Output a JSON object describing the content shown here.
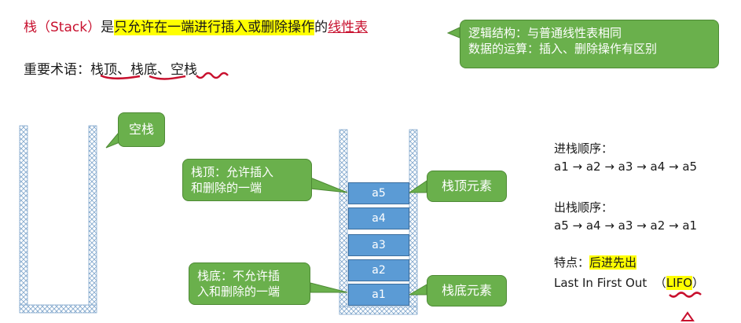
{
  "title": {
    "part1": "栈（Stack）",
    "part2": "是",
    "part3": "只允许在一端进行插入或删除操作",
    "part4": "的",
    "part5": "线性表"
  },
  "terms": {
    "prefix": "重要术语：",
    "items": [
      "栈顶",
      "栈底",
      "空栈"
    ],
    "sep": "、"
  },
  "callouts": {
    "logic_line1": "逻辑结构：与普通线性表相同",
    "logic_line2": "数据的运算：插入、删除操作有区别",
    "empty": "空栈",
    "top_line1": "栈顶：允许插入",
    "top_line2": "和删除的一端",
    "bottom_line1": "栈底：不允许插",
    "bottom_line2": "入和删除的一端",
    "top_elem": "栈顶元素",
    "bottom_elem": "栈底元素"
  },
  "stack_elements": [
    "a5",
    "a4",
    "a3",
    "a2",
    "a1"
  ],
  "push_order": {
    "label": "进栈顺序：",
    "sequence": "a1 → a2 → a3 → a4 → a5"
  },
  "pop_order": {
    "label": "出栈顺序：",
    "sequence": "a5 → a4 → a3 → a2 → a1"
  },
  "feature": {
    "label": "特点：",
    "value": "后进先出",
    "english": "Last In First Out",
    "abbr_open": "（",
    "abbr": "LIFO",
    "abbr_close": "）"
  },
  "colors": {
    "callout_green": "#6ab04c",
    "stack_blue": "#5b9bd5",
    "highlight_yellow": "#ffff00",
    "accent_red": "#c8102e",
    "hatch_blue": "#7fa6cc"
  }
}
